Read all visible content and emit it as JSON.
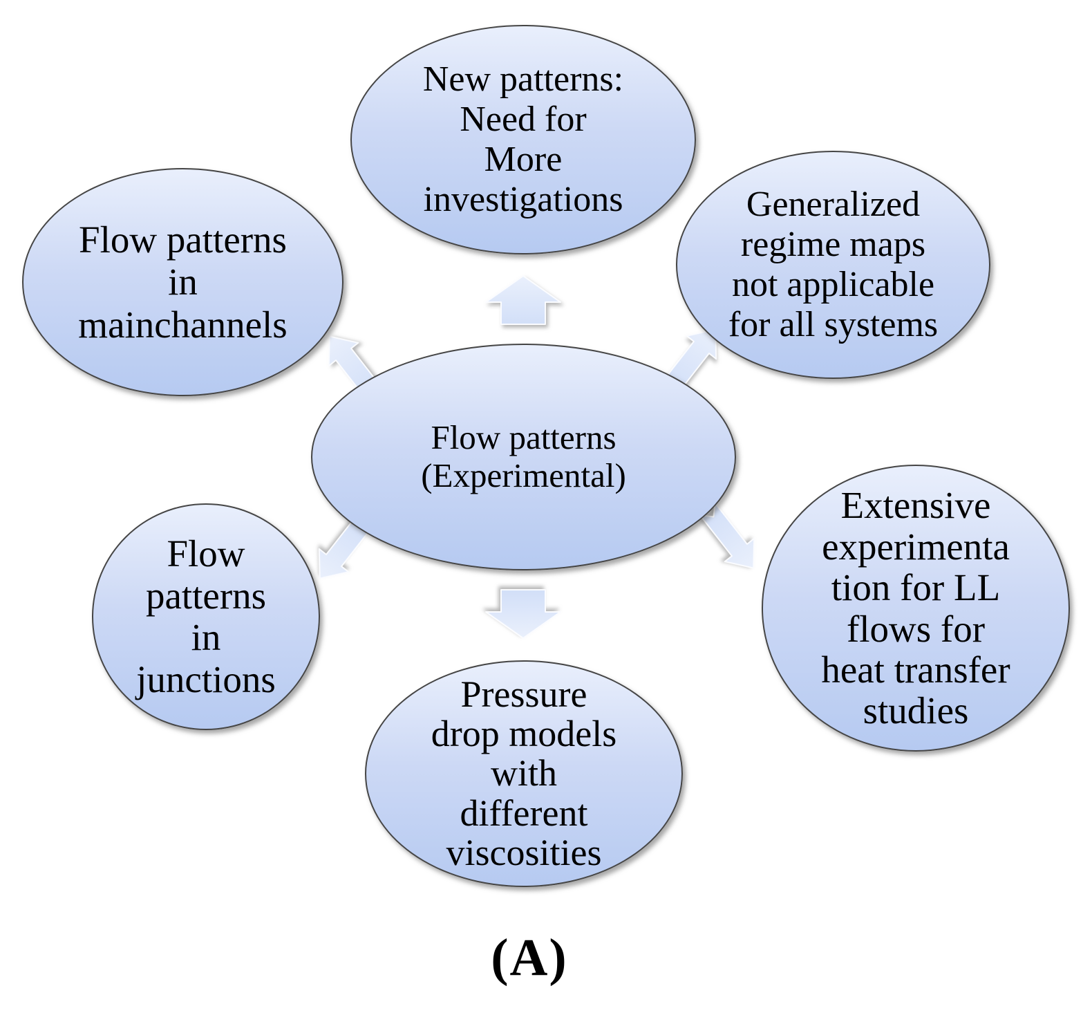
{
  "figure": {
    "caption": "(A)",
    "colors": {
      "background": "#ffffff",
      "node_fill_top": "#e9effc",
      "node_fill_bottom": "#b6caf1",
      "node_border": "#454545",
      "arrow_fill_top": "#eaf0fc",
      "arrow_fill_bottom": "#d2dff8",
      "arrow_outline": "#fbfcff",
      "text": "#000000"
    },
    "nodes": {
      "center": {
        "lines": [
          "Flow patterns",
          "(Experimental)"
        ]
      },
      "top": {
        "lines": [
          "New patterns:",
          "Need for",
          "More",
          "investigations"
        ]
      },
      "top_left": {
        "lines": [
          "Flow patterns",
          "in",
          "mainchannels"
        ]
      },
      "top_right": {
        "lines": [
          "Generalized",
          "regime maps",
          "not applicable",
          "for all systems"
        ]
      },
      "left": {
        "lines": [
          "Flow",
          "patterns",
          "in",
          "junctions"
        ]
      },
      "right": {
        "lines": [
          "Extensive",
          "experimenta",
          "tion for LL",
          "flows for",
          "heat transfer",
          "studies"
        ]
      },
      "bottom": {
        "lines": [
          "Pressure",
          "drop models",
          "with",
          "different",
          "viscosities"
        ]
      }
    },
    "arrows": [
      "up",
      "upper-left",
      "upper-right",
      "lower-left",
      "lower-right",
      "down"
    ]
  }
}
